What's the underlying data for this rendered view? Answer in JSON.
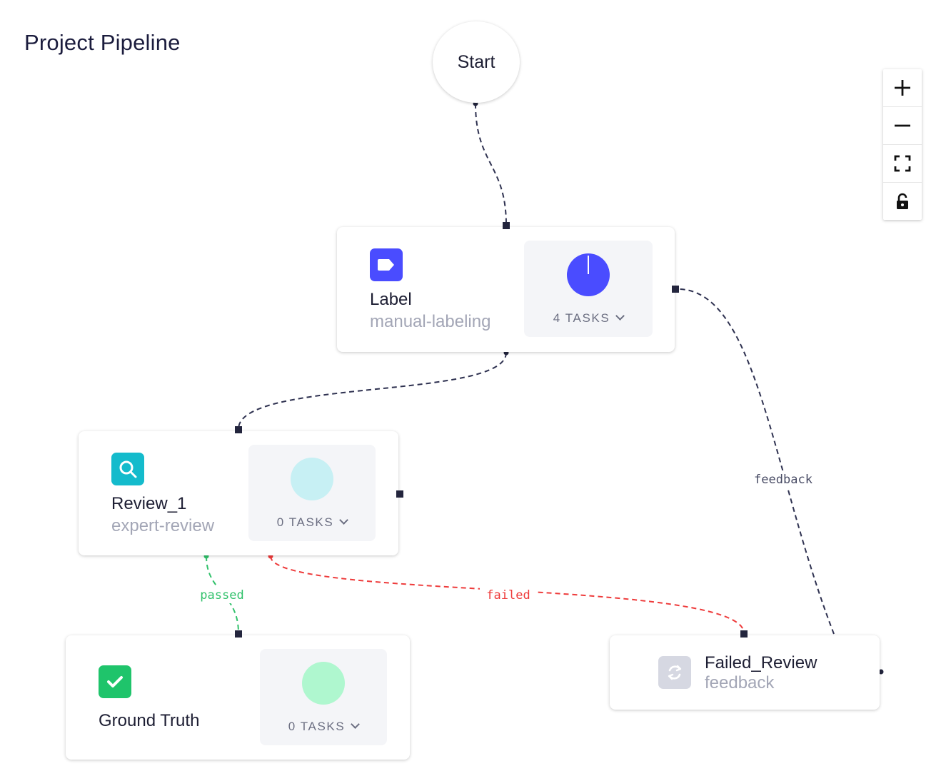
{
  "title": "Project Pipeline",
  "start": {
    "label": "Start"
  },
  "colors": {
    "edge_default": "#2e3150",
    "edge_passed": "#31c16b",
    "edge_failed": "#ee3b3b",
    "label_icon": "#4a4cff",
    "review_icon": "#14bbcc",
    "gt_icon": "#1fc46b",
    "feedback_icon": "#d6d8e2"
  },
  "nodes": {
    "label": {
      "name": "Label",
      "type": "manual-labeling",
      "icon": "tag-icon",
      "tasks": "4 TASKS",
      "status_color": "#4a4cff"
    },
    "review": {
      "name": "Review_1",
      "type": "expert-review",
      "icon": "search-icon",
      "tasks": "0 TASKS",
      "status_color": "#c7f0f4"
    },
    "ground_truth": {
      "name": "Ground Truth",
      "icon": "check-icon",
      "tasks": "0 TASKS",
      "status_color": "#aff7cf"
    },
    "failed_review": {
      "name": "Failed_Review",
      "type": "feedback",
      "icon": "refresh-icon"
    }
  },
  "edges": {
    "passed": "passed",
    "failed": "failed",
    "feedback": "feedback"
  },
  "controls": [
    {
      "name": "zoom-in",
      "icon": "plus-icon"
    },
    {
      "name": "zoom-out",
      "icon": "minus-icon"
    },
    {
      "name": "fit-view",
      "icon": "fullscreen-icon"
    },
    {
      "name": "toggle-lock",
      "icon": "unlock-icon"
    }
  ]
}
